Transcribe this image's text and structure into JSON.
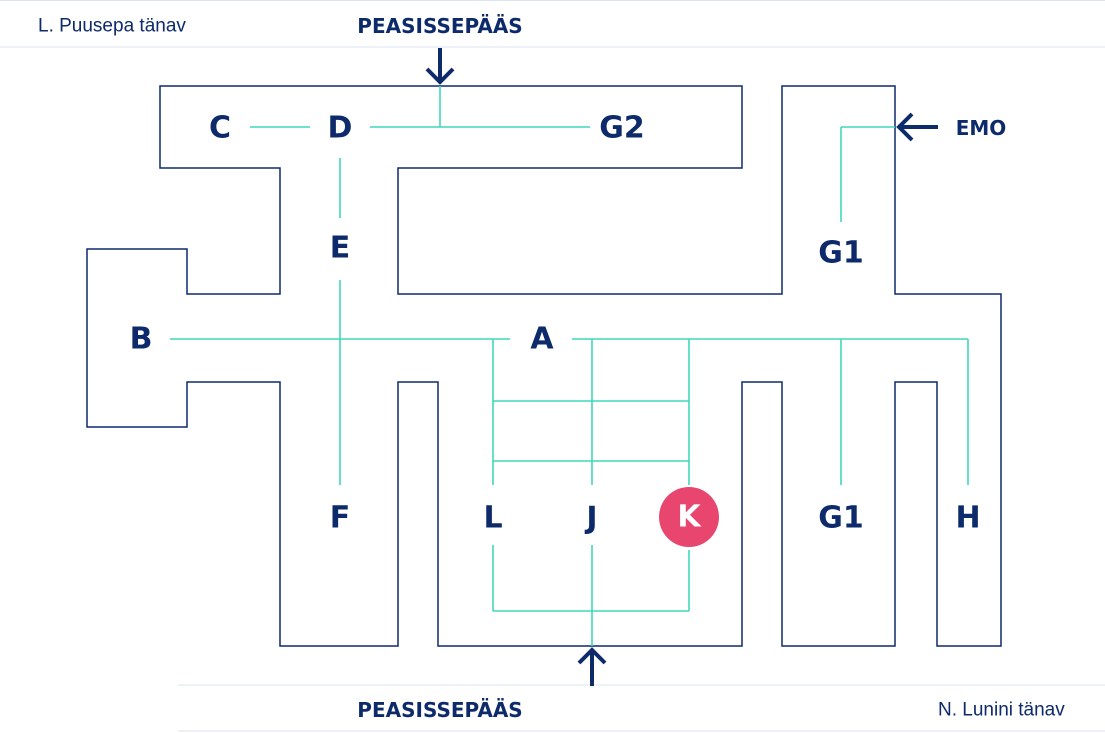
{
  "streets": {
    "top_left": "L. Puusepa tänav",
    "bottom_right": "N. Lunini tänav"
  },
  "entrances": {
    "main_top": "PEASISSEPÄÄS",
    "main_bottom": "PEASISSEPÄÄS",
    "emo": "EMO"
  },
  "blocks": {
    "a": "A",
    "b": "B",
    "c": "C",
    "d": "D",
    "e": "E",
    "f": "F",
    "g1_top": "G1",
    "g1_bottom": "G1",
    "g2": "G2",
    "h": "H",
    "j": "J",
    "k": "K",
    "l": "L"
  },
  "highlighted_block": "K",
  "colors": {
    "building_outline": "#0d2a6b",
    "corridor": "#3fd9b8",
    "highlight": "#e8466e",
    "text": "#0d2a6b"
  }
}
